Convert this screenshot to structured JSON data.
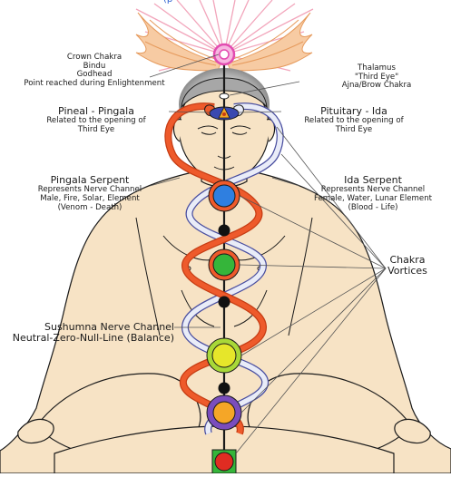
{
  "header": {
    "partial_text": "(p"
  },
  "labels": {
    "crown": [
      "Crown Chakra",
      "Bindu",
      "Godhead",
      "Point reached during Enlightenment"
    ],
    "thalamus": [
      "Thalamus",
      "\"Third Eye\"",
      "Ajna/Brow Chakra"
    ],
    "pineal": {
      "title": "Pineal - Pingala",
      "desc": [
        "Related to the opening of",
        "Third Eye"
      ]
    },
    "pituitary": {
      "title": "Pituitary - Ida",
      "desc": [
        "Related to the opening of",
        "Third Eye"
      ]
    },
    "pingala_serpent": {
      "title": "Pingala Serpent",
      "desc": [
        "Represents Nerve Channel",
        "Male, Fire, Solar, Element",
        "(Venom - Death)"
      ]
    },
    "ida_serpent": {
      "title": "Ida Serpent",
      "desc": [
        "Represents Nerve Channel",
        "Female, Water, Lunar Element",
        "(Blood - Life)"
      ]
    },
    "chakra_vortices": [
      "Chakra",
      "Vortices"
    ],
    "sushumna": [
      "Sushumna Nerve Channel",
      "Neutral-Zero-Null-Line (Balance)"
    ]
  },
  "colors": {
    "skin": "#f7e3c5",
    "outline": "#1a1a1a",
    "pingala": "#ee5a2b",
    "ida": "#dfe3f2",
    "crown": "#e24bb0",
    "wings": "#f1b27a",
    "rays": "#f2a5bb",
    "aura": "#8c8c8c",
    "throat": "#2f7fe0",
    "heart": "#35b53a",
    "solar": "#e6e62a",
    "sacral": "#f5a627",
    "sacral_petals": "#7a4dbd",
    "root": "#e02c22"
  },
  "icons": [
    "crown-chakra-icon",
    "third-eye-icon",
    "throat-chakra-icon",
    "heart-chakra-icon",
    "solar-chakra-icon",
    "sacral-chakra-icon",
    "root-chakra-icon"
  ]
}
